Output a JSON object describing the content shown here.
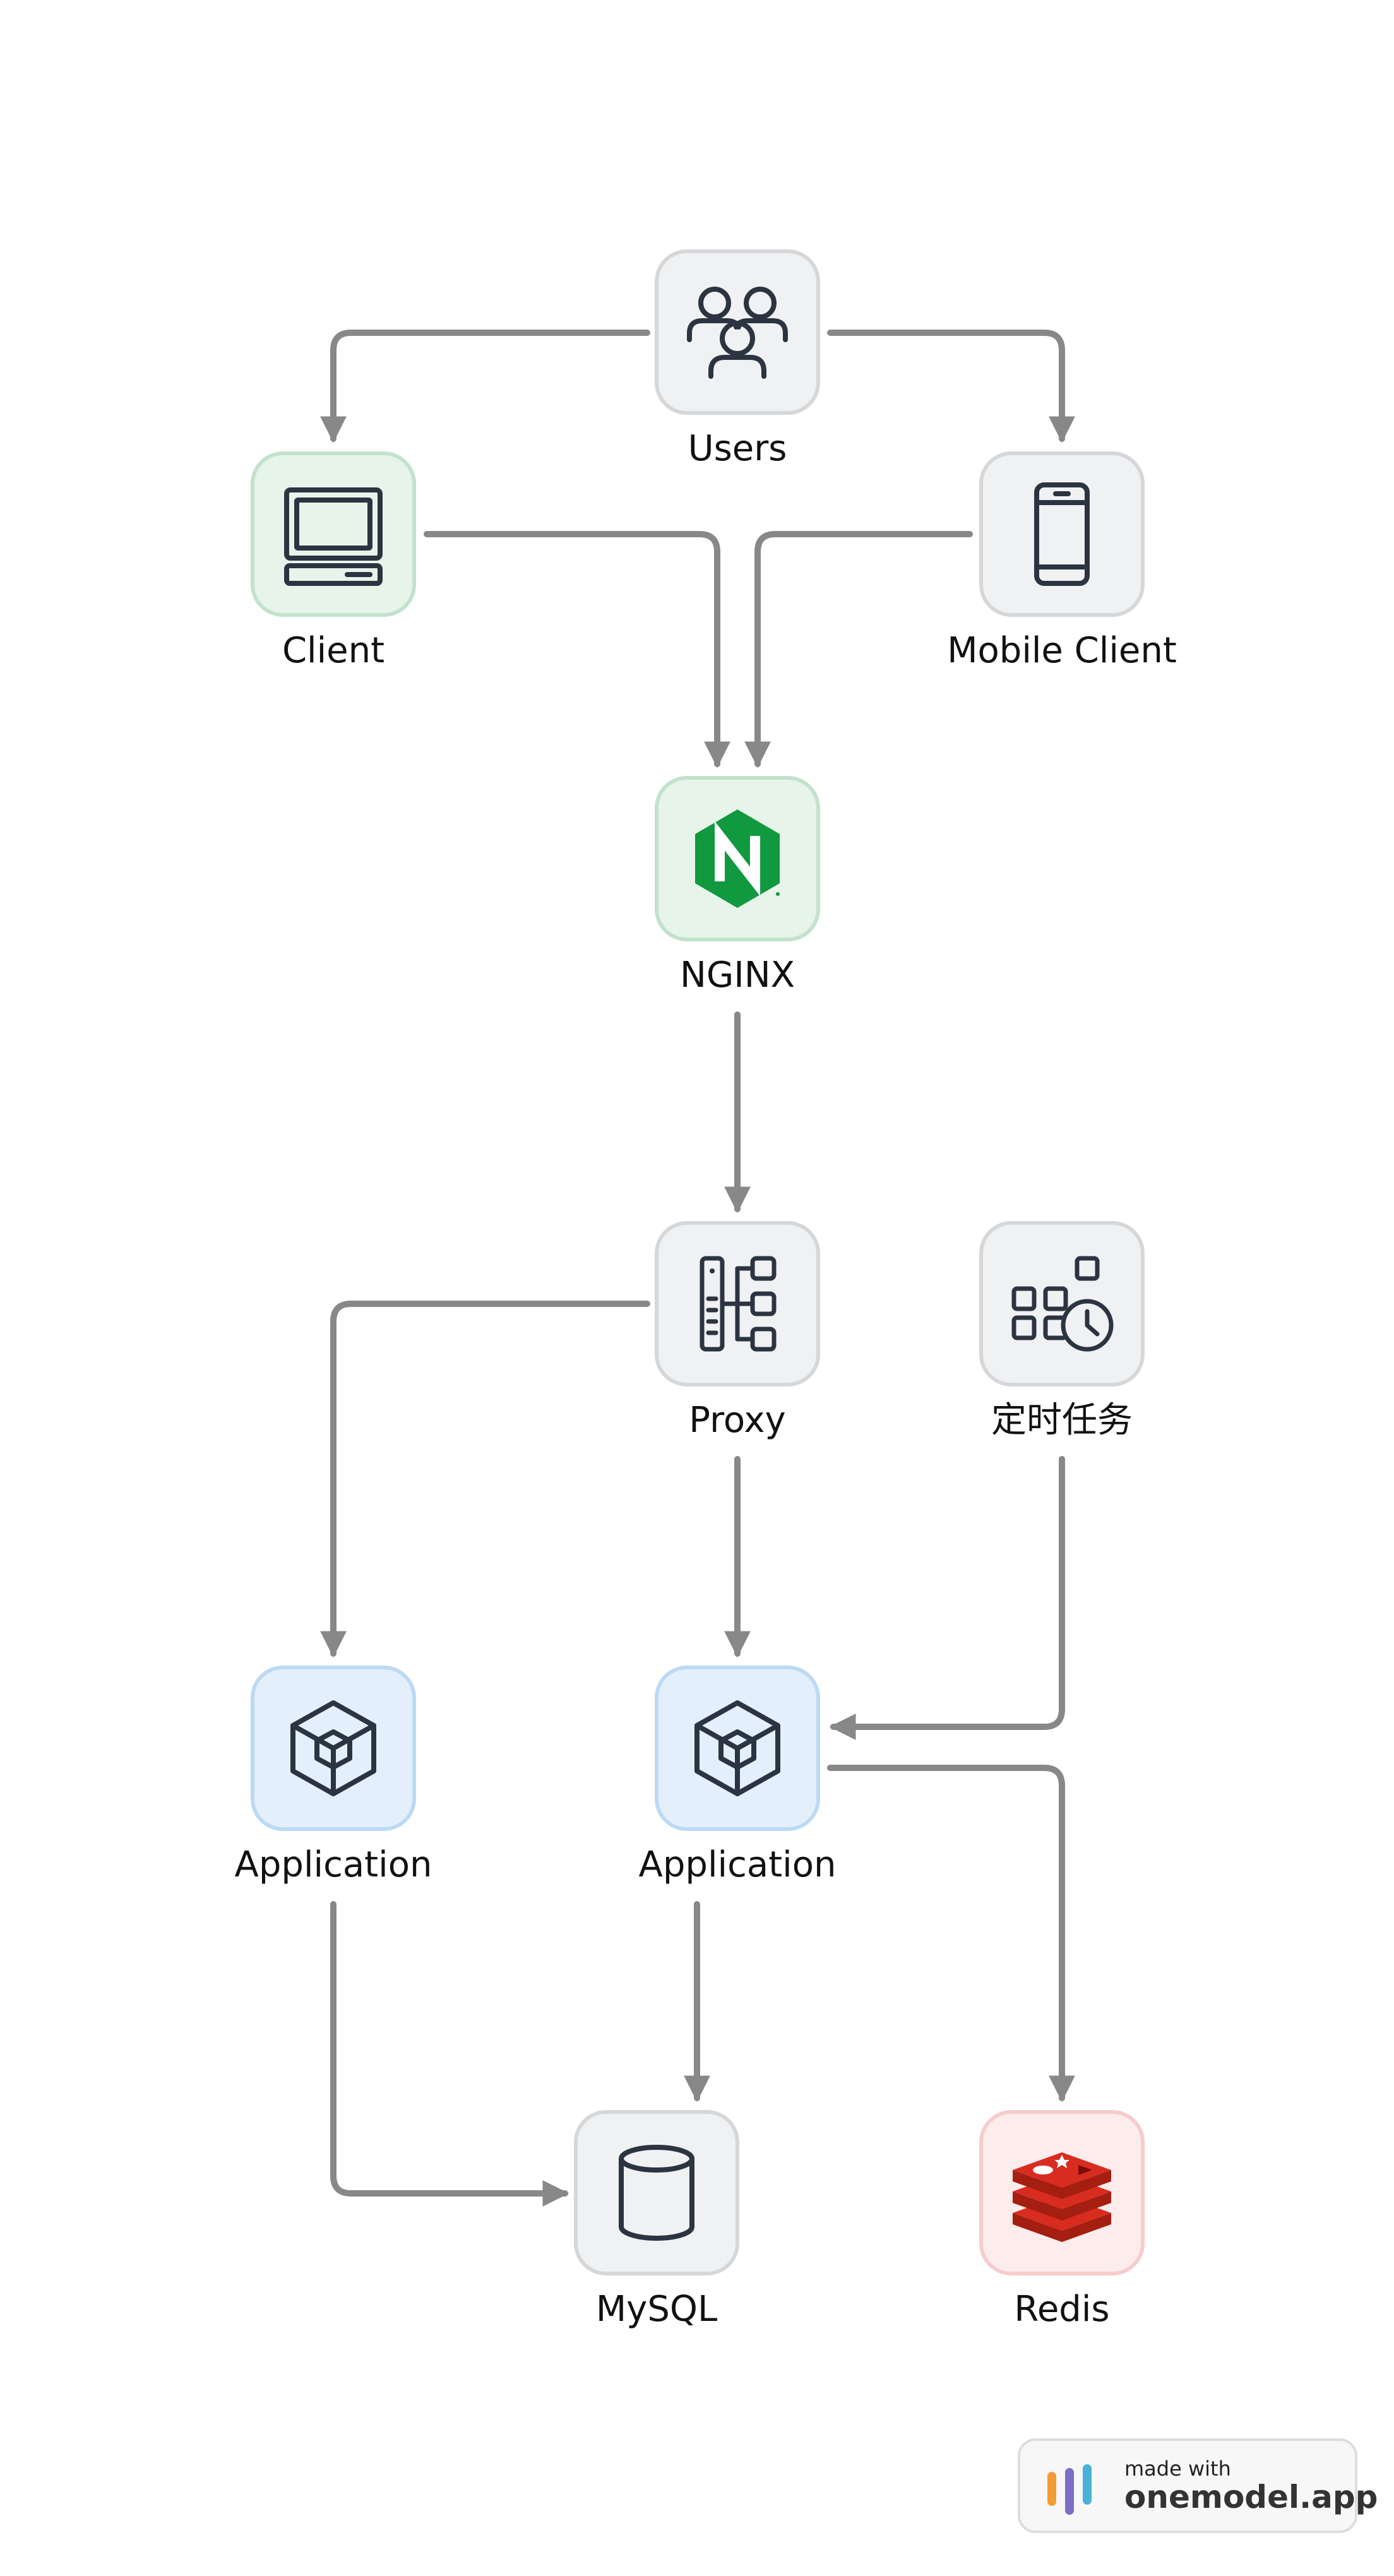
{
  "nodes": {
    "users": {
      "label": "Users",
      "icon": "users-icon",
      "color": "#f0f1f3"
    },
    "client": {
      "label": "Client",
      "icon": "desktop-computer-icon",
      "color": "#e6f4ea"
    },
    "mobile": {
      "label": "Mobile Client",
      "icon": "mobile-phone-icon",
      "color": "#f0f1f3"
    },
    "nginx": {
      "label": "NGINX",
      "icon": "nginx-logo-icon",
      "color": "#e6f4ea"
    },
    "proxy": {
      "label": "Proxy",
      "icon": "proxy-network-icon",
      "color": "#f0f1f3"
    },
    "cron": {
      "label": "定时任务",
      "icon": "scheduled-task-icon",
      "color": "#f0f1f3"
    },
    "app1": {
      "label": "Application",
      "icon": "cube-icon",
      "color": "#e3f0fc"
    },
    "app2": {
      "label": "Application",
      "icon": "cube-icon",
      "color": "#e3f0fc"
    },
    "mysql": {
      "label": "MySQL",
      "icon": "database-cylinder-icon",
      "color": "#f0f1f3"
    },
    "redis": {
      "label": "Redis",
      "icon": "redis-logo-icon",
      "color": "#fdecec"
    }
  },
  "badge": {
    "line1": "made with",
    "line2": "onemodel.app"
  }
}
